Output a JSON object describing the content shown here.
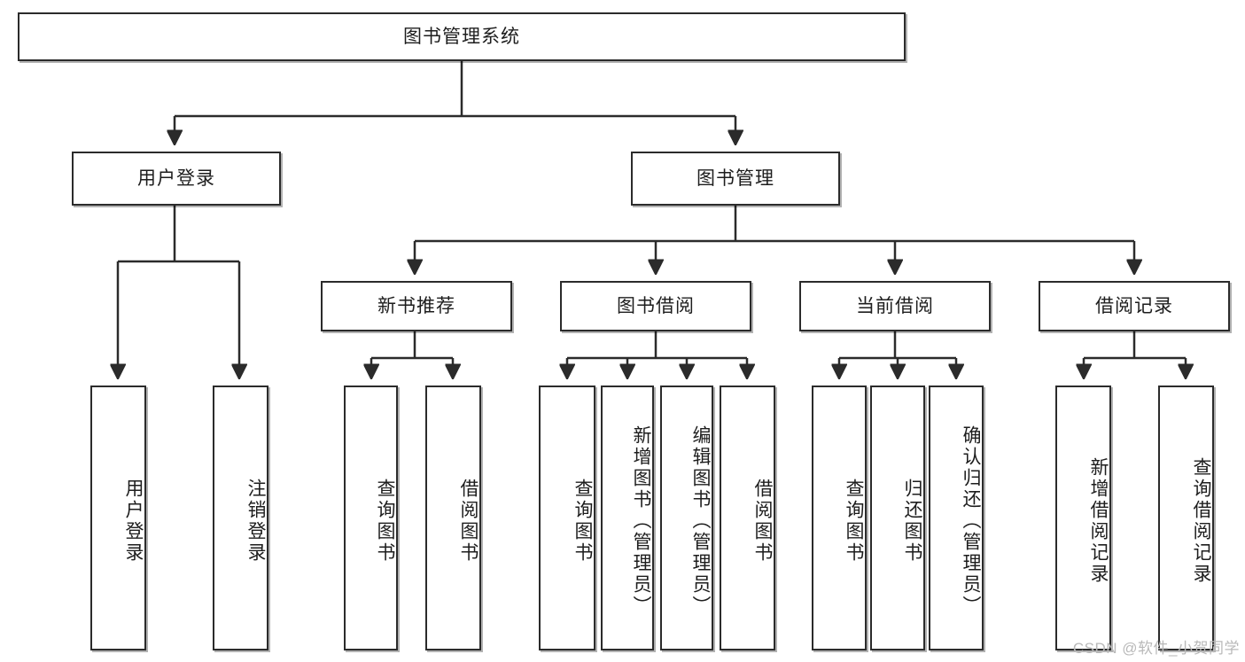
{
  "diagram": {
    "title": "图书管理系统",
    "root": {
      "label": "图书管理系统"
    },
    "level2": [
      {
        "label": "用户登录"
      },
      {
        "label": "图书管理"
      }
    ],
    "level3": [
      {
        "label": "新书推荐"
      },
      {
        "label": "图书借阅"
      },
      {
        "label": "当前借阅"
      },
      {
        "label": "借阅记录"
      }
    ],
    "leaves": {
      "user_login": [
        {
          "label": "用户登录"
        },
        {
          "label": "注销登录"
        }
      ],
      "new_book_recommend": [
        {
          "label": "查询图书"
        },
        {
          "label": "借阅图书"
        }
      ],
      "book_borrow": [
        {
          "label": "查询图书"
        },
        {
          "label": "新增图书（管理员）"
        },
        {
          "label": "编辑图书（管理员）"
        },
        {
          "label": "借阅图书"
        }
      ],
      "current_borrow": [
        {
          "label": "查询图书"
        },
        {
          "label": "归还图书"
        },
        {
          "label": "确认归还（管理员）"
        }
      ],
      "borrow_record": [
        {
          "label": "新增借阅记录"
        },
        {
          "label": "查询借阅记录"
        }
      ]
    }
  },
  "watermark": {
    "text": "CSDN @软件_小贺同学"
  },
  "colors": {
    "stroke": "#2b2b2b",
    "fill": "#ffffff",
    "text": "#1d1d1d",
    "watermark": "#b9b9b9"
  }
}
